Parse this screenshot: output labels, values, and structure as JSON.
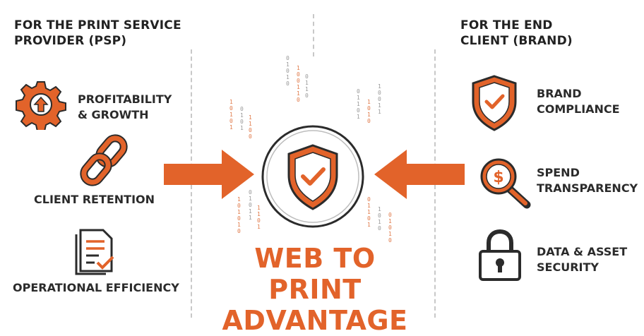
{
  "colors": {
    "accent": "#e2632a",
    "dark": "#2b2b2b",
    "divider": "#c8c8c8"
  },
  "left": {
    "heading": "FOR THE PRINT SERVICE\nPROVIDER (PSP)",
    "items": [
      {
        "icon": "gear-up-arrow-icon",
        "label": "PROFITABILITY\n& GROWTH"
      },
      {
        "icon": "chain-link-icon",
        "label": "CLIENT RETENTION"
      },
      {
        "icon": "document-checklist-icon",
        "label": "OPERATIONAL EFFICIENCY"
      }
    ]
  },
  "right": {
    "heading": "FOR THE END\nCLIENT (BRAND)",
    "items": [
      {
        "icon": "shield-check-icon",
        "label": "BRAND\nCOMPLIANCE"
      },
      {
        "icon": "dollar-magnifier-icon",
        "label": "SPEND\nTRANSPARENCY"
      },
      {
        "icon": "padlock-icon",
        "label": "DATA & ASSET\nSECURITY"
      }
    ]
  },
  "center": {
    "icon": "shield-check-icon",
    "title": "WEB TO PRINT\nADVANTAGE"
  }
}
